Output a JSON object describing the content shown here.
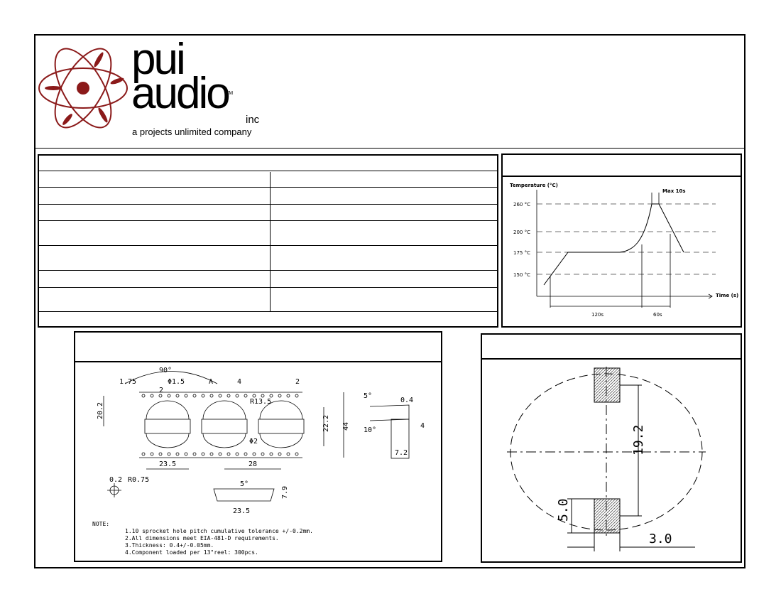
{
  "brand": {
    "name_line1": "pui",
    "name_line2": "audio",
    "trademark": "TM",
    "suffix": "inc",
    "tagline": "a projects unlimited company",
    "color": "#8b1a1a"
  },
  "reflow": {
    "y_axis_label": "Temperature (°C)",
    "x_axis_label": "Time (s)",
    "peak_label": "Max 10s",
    "temps": [
      "260 °C",
      "200 °C",
      "175 °C",
      "150 °C"
    ],
    "durations": [
      "120s",
      "60s"
    ]
  },
  "tape": {
    "angle_top": "90°",
    "dim_1_75": "1.75",
    "dim_phi15": "Φ1.5",
    "dim_a": "A",
    "dim_4": "4",
    "dim_2": "2",
    "dim_2_small": "2",
    "dim_r135": "R13.5",
    "dim_phi2": "Φ2",
    "dim_202": "20.2",
    "dim_222": "22.2",
    "dim_44": "44",
    "dim_235": "23.5",
    "dim_28": "28",
    "dim_02": "0.2",
    "dim_r075": "R0.75",
    "dim_5deg": "5°",
    "dim_04": "0.4",
    "dim_10deg": "10°",
    "dim_4side": "4",
    "dim_72": "7.2",
    "dim_5deg_b": "5°",
    "dim_79": "7.9",
    "dim_235_b": "23.5",
    "notes_title": "NOTE:",
    "notes": [
      "1.10 sprocket hole pitch cumulative tolerance +/-0.2mm.",
      "2.All dimensions meet EIA-481-D requirements.",
      "3.Thickness: 0.4+/-0.05mm.",
      "4.Component loaded per 13\"reel: 300pcs."
    ]
  },
  "footprint": {
    "dim_192": "19.2",
    "dim_50": "5.0",
    "dim_30": "3.0"
  }
}
